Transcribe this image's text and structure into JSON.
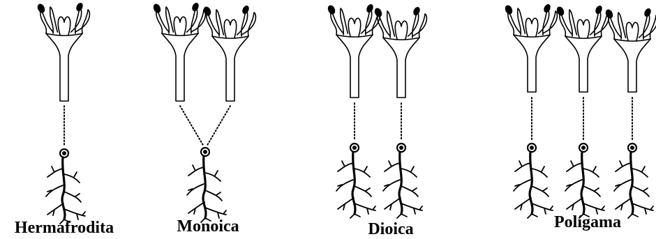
{
  "panels": [
    {
      "id": "hermafrodita",
      "label": "Hermafrodita"
    },
    {
      "id": "monoica",
      "label": "Monoica"
    },
    {
      "id": "dioica",
      "label": "Dioica"
    },
    {
      "id": "poligama",
      "label": "Polígama"
    }
  ],
  "colors": {
    "ink": "#000000",
    "paper": "#ffffff"
  }
}
